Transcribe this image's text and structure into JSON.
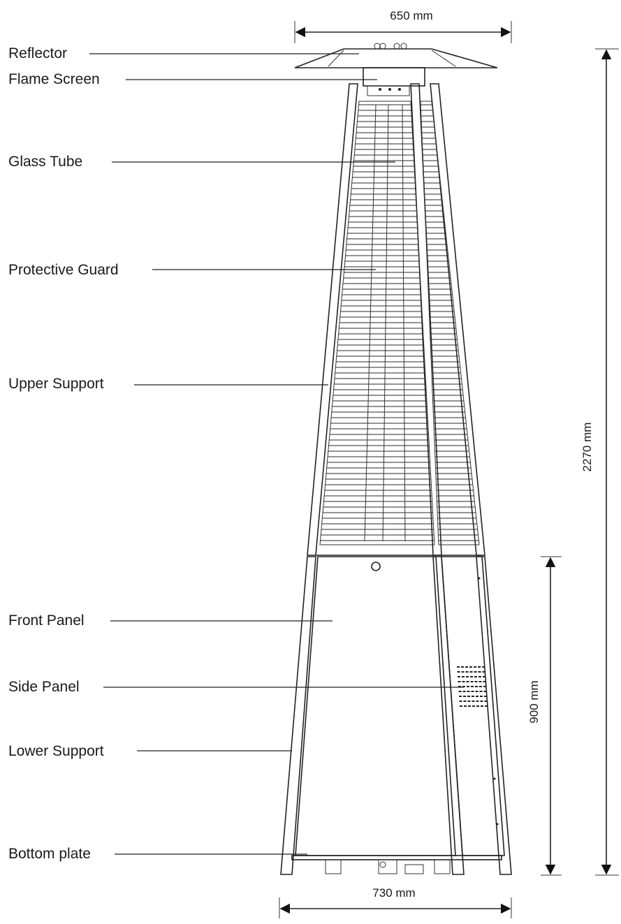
{
  "labels": {
    "reflector": "Reflector",
    "flame_screen": "Flame Screen",
    "glass_tube": "Glass Tube",
    "protective_guard": "Protective Guard",
    "upper_support": "Upper Support",
    "front_panel": "Front Panel",
    "side_panel": "Side Panel",
    "lower_support": "Lower Support",
    "bottom_plate": "Bottom plate"
  },
  "dimensions": {
    "top_width": "650 mm",
    "total_height": "2270 mm",
    "cabinet_height": "900 mm",
    "base_width": "730 mm"
  }
}
